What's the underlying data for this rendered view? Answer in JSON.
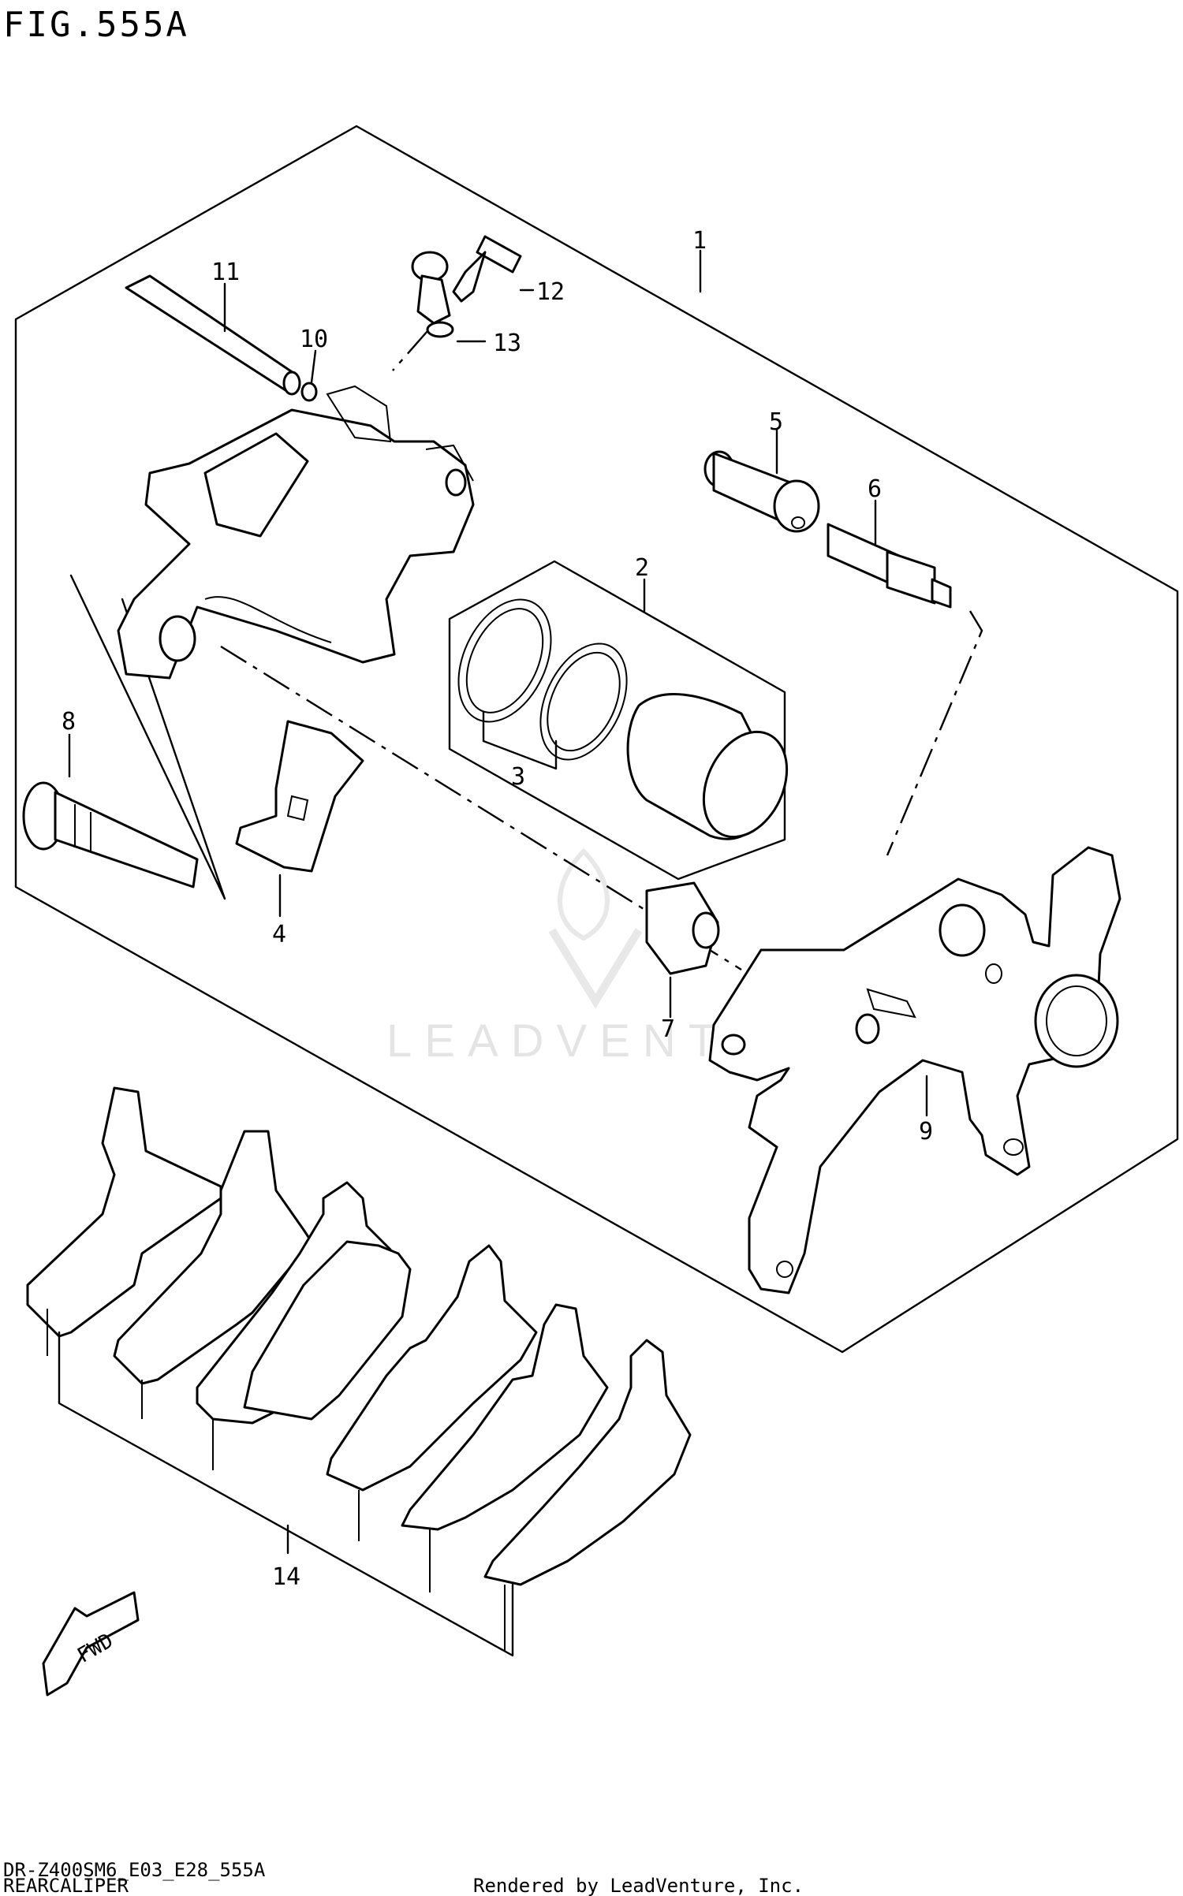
{
  "figure": {
    "title": "FIG.555A",
    "model_code": "DR-Z400SM6_E03_E28_555A",
    "section_name": "REARCALIPER",
    "credit": "Rendered by LeadVenture, Inc.",
    "watermark": "LEADVENTURE"
  },
  "callouts": [
    {
      "id": "c1",
      "label": "1"
    },
    {
      "id": "c2",
      "label": "2"
    },
    {
      "id": "c3",
      "label": "3"
    },
    {
      "id": "c4",
      "label": "4"
    },
    {
      "id": "c5",
      "label": "5"
    },
    {
      "id": "c6",
      "label": "6"
    },
    {
      "id": "c7",
      "label": "7"
    },
    {
      "id": "c8",
      "label": "8"
    },
    {
      "id": "c9",
      "label": "9"
    },
    {
      "id": "c10",
      "label": "10"
    },
    {
      "id": "c11",
      "label": "11"
    },
    {
      "id": "c12",
      "label": "12"
    },
    {
      "id": "c13",
      "label": "13"
    },
    {
      "id": "c14",
      "label": "14"
    }
  ],
  "direction_arrow": {
    "label": "FWD",
    "icon": "forward-arrow-icon"
  },
  "colors": {
    "line": "#000000",
    "background": "#ffffff",
    "watermark": "#e4e4e4"
  }
}
